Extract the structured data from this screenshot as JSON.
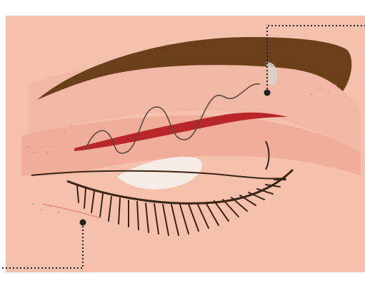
{
  "diagram": {
    "callouts": [
      {
        "name": "upper-callout"
      },
      {
        "name": "lower-callout"
      }
    ]
  },
  "colors": {
    "background": "#ffffff",
    "skin": "#f6c1ac",
    "lid_highlight": "#f1b8a6",
    "lid_fold": "#efad9a",
    "brow": "#6a3f1a",
    "lash": "#3a2416",
    "incision": "#b8262a",
    "suture": "#5a4b3e",
    "eyeball_white": "#f6ece4",
    "callout_line": "#222222"
  },
  "icons": {
    "brow": "eyebrow-shape",
    "lashes": "eyelash-fan",
    "suture": "wavy-suture-line"
  }
}
